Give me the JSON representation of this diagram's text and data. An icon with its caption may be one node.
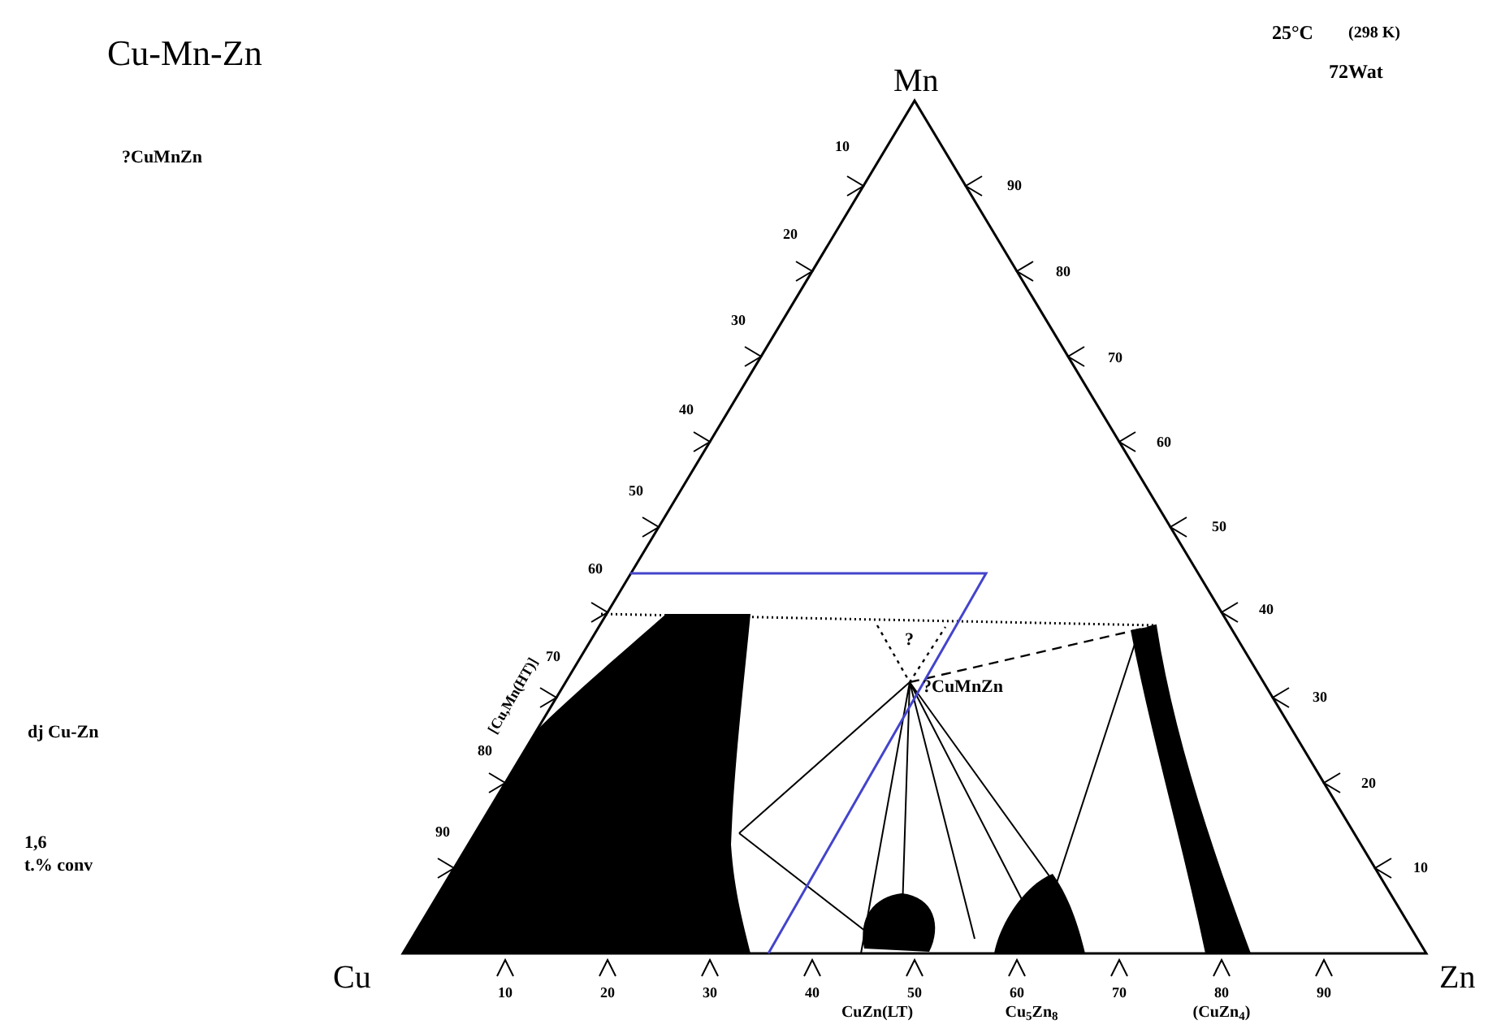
{
  "diagram": {
    "title": "Cu-Mn-Zn",
    "labels": [
      "Mn",
      "25°C",
      "(298 K)",
      "72Wat",
      "?CuMnZn",
      "10",
      "20",
      "30",
      "40",
      "50",
      "60",
      "70",
      "80",
      "90",
      "90",
      "80",
      "70",
      "60",
      "50",
      "40",
      "30",
      "20",
      "10",
      "?",
      "?CuMnZn",
      "dj Cu-Zn",
      "[Cu,Mn(HT)]",
      "1,6",
      "t.% conv",
      "Cu",
      "Zn",
      "10",
      "20",
      "30",
      "40",
      "50",
      "60",
      "70",
      "80",
      "90",
      "CuZn(LT)",
      "Cu$_{5}$Zn$_{8}$",
      "(CuZn$_{4}$)"
    ]
  }
}
